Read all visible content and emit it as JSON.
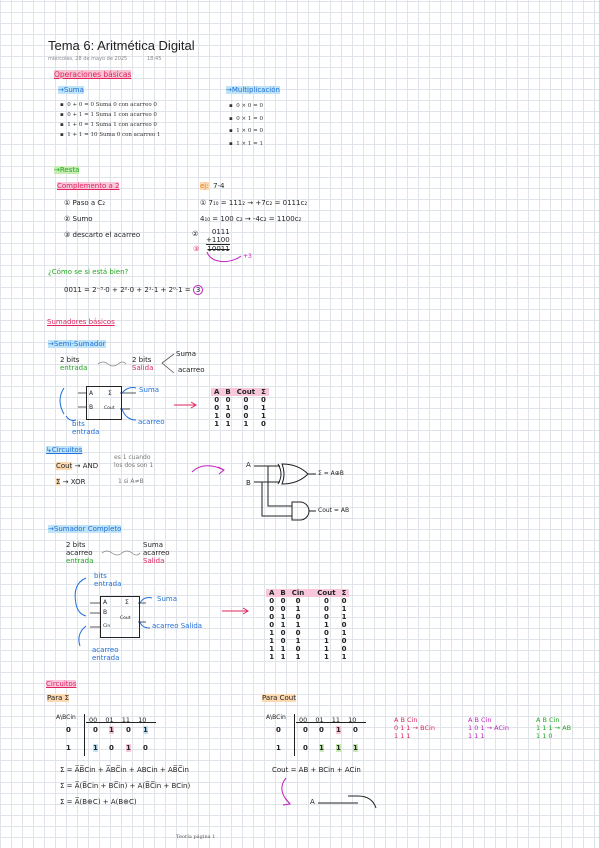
{
  "header": {
    "title": "Tema 6: Aritmética Digital",
    "date": "miércoles, 28 de mayo de 2025",
    "time": "18:45"
  },
  "ops": {
    "heading": "Operaciones básicas",
    "suma_heading": "Suma",
    "suma_items": [
      "0 + 0 = 0 Suma 0 con acarreo 0",
      "0 + 1 = 1 Suma 1 con acarreo 0",
      "1 + 0 = 1 Suma 1 con acarreo 0",
      "1 + 1 = 10 Suma 0 con acarreo 1"
    ],
    "mult_heading": "Multiplicación",
    "mult_items": [
      "0 × 0 = 0",
      "0 × 1 = 0",
      "1 × 0 = 0",
      "1 × 1 = 1"
    ]
  },
  "resta": {
    "heading": "Resta",
    "complemento": "Complemento a 2",
    "steps": [
      "① Paso a C₂",
      "② Sumo",
      "③ descarto el acarreo"
    ],
    "ej_label": "ej:",
    "ej_value": "7-4",
    "line1": "① 7₁₀ = 111₂ → +7c₂ = 0111c₂",
    "line2": "4₁₀ = 100 c₂ → -4c₂ = 1100c₂",
    "calc_top": "0111",
    "calc_add": "+1100",
    "calc_res": "10011",
    "calc_step": "②",
    "calc_marker": "③",
    "plus3": "+3",
    "check_q": "¿Cómo se si está bien?",
    "check_eq": "0011 = 2⁻³·0 + 2²·0 + 2¹·1 + 2⁰·1 =",
    "check_res": "3"
  },
  "sumadores": {
    "heading": "Sumadores básicos",
    "semi_heading": "Semi-Sumador",
    "bits_in": "2 bits",
    "entrada": "entrada",
    "bits_out": "2 bits",
    "salida": "Salida",
    "suma": "Suma",
    "acarreo": "acarreo",
    "block_a": "A",
    "block_b": "B",
    "block_sigma": "Σ",
    "block_cout": "Cout",
    "block_cin": "Cin",
    "bits_label": "bits",
    "entrada_label": "entrada",
    "half_table": {
      "headers": [
        "A",
        "B",
        "Cout",
        "Σ"
      ],
      "rows": [
        [
          "0",
          "0",
          "0",
          "0"
        ],
        [
          "0",
          "1",
          "0",
          "1"
        ],
        [
          "1",
          "0",
          "0",
          "1"
        ],
        [
          "1",
          "1",
          "1",
          "0"
        ]
      ]
    },
    "circuitos_heading": "Circuitos",
    "cout_label": "Cout",
    "and_label": "AND",
    "and_note1": "es 1 cuando",
    "and_note2": "los dos son 1",
    "sigma_label": "Σ",
    "xor_label": "XOR",
    "xor_note": "1 si A≠B",
    "gate_a": "A",
    "gate_b": "B",
    "xor_out": "Σ = A⊕B",
    "and_out": "Cout = AB",
    "completo_heading": "Sumador Completo",
    "full_bits_in": "2 bits",
    "full_acarreo": "acarreo",
    "full_entrada": "entrada",
    "full_suma": "Suma",
    "full_acarreo_out": "acarreo",
    "full_salida": "Salida",
    "full_bits_label": "bits",
    "full_entrada_label": "entrada",
    "full_suma_label": "Suma",
    "full_acarreo_salida": "acarreo Salida",
    "full_acarreo_label": "acarreo",
    "full_entrada_label2": "entrada",
    "full_table": {
      "headers": [
        "A",
        "B",
        "Cin",
        "Cout",
        "Σ"
      ],
      "rows": [
        [
          "0",
          "0",
          "0",
          "0",
          "0"
        ],
        [
          "0",
          "0",
          "1",
          "0",
          "1"
        ],
        [
          "0",
          "1",
          "0",
          "0",
          "1"
        ],
        [
          "0",
          "1",
          "1",
          "1",
          "0"
        ],
        [
          "1",
          "0",
          "0",
          "0",
          "1"
        ],
        [
          "1",
          "0",
          "1",
          "1",
          "0"
        ],
        [
          "1",
          "1",
          "0",
          "1",
          "0"
        ],
        [
          "1",
          "1",
          "1",
          "1",
          "1"
        ]
      ]
    }
  },
  "circuitos": {
    "heading": "Circuitos",
    "para_sigma": "Para Σ",
    "para_cout": "Para Cout",
    "kmap_corner": "A\\BCin",
    "kmap_cols": [
      "00",
      "01",
      "11",
      "10"
    ],
    "sigma_rows": [
      [
        "0",
        "0",
        "1",
        "0",
        "1"
      ],
      [
        "1",
        "1",
        "0",
        "1",
        "0"
      ]
    ],
    "cout_rows": [
      [
        "0",
        "0",
        "0",
        "1",
        "0"
      ],
      [
        "1",
        "0",
        "1",
        "1",
        "1"
      ]
    ],
    "sigma_eq1": "Σ = A̅B̅Cin + A̅BC̅in + ABCin + AB̅C̅in",
    "sigma_eq2": "Σ = A̅(B̅Cin + BC̅in) + A(B̅C̅in + BCin)",
    "sigma_eq3": "Σ = A̅(B⊕C) + A(B⊕C)",
    "cout_eq": "Cout = AB + BCin + ACin",
    "group1_head": "A B Cin",
    "group1_rows": [
      "0 1 1",
      "1 1 1"
    ],
    "group1_res": "BCin",
    "group2_head": "A B Cin",
    "group2_rows": [
      "1 0 1",
      "1 1 1"
    ],
    "group2_res": "ACin",
    "group3_head": "A B Cin",
    "group3_rows": [
      "1 1 1",
      "1 1 0"
    ],
    "group3_res": "AB",
    "bottom_a": "A"
  },
  "footer": {
    "page": "Teoría página 1"
  }
}
